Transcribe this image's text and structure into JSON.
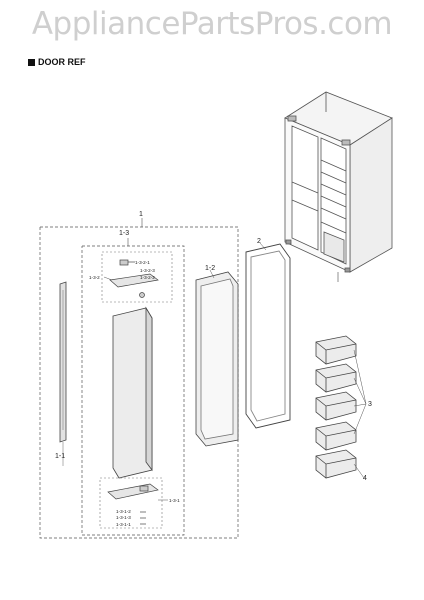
{
  "watermark": "AppliancePartsPros.com",
  "section": {
    "title": "DOOR REF"
  },
  "callouts": {
    "assembly": "1",
    "hinge_bracket": "1-3",
    "door_shell": "1-2",
    "gasket": "2",
    "handle": "1-1",
    "bins": "3",
    "bottom_bin": "4",
    "top_cap": "1-3-2",
    "top_cap_a": "1-3-2-1",
    "top_cap_b": "1-3-2-3",
    "top_cap_c": "1-3-2-2",
    "bottom_cap": "1-3-1",
    "bottom_cap_a": "1-3-1-2",
    "bottom_cap_b": "1-3-1-3",
    "bottom_cap_c": "1-3-1-1"
  }
}
